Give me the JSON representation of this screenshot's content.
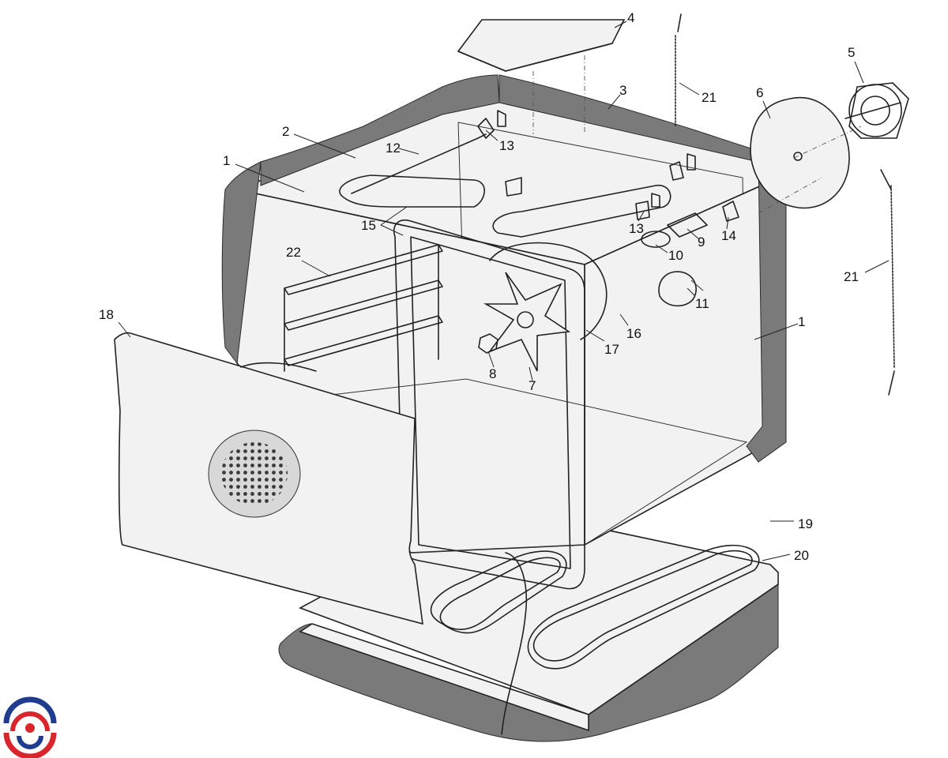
{
  "diagram": {
    "callouts": [
      {
        "id": "c1a",
        "label": "1"
      },
      {
        "id": "c1b",
        "label": "1"
      },
      {
        "id": "c2",
        "label": "2"
      },
      {
        "id": "c3",
        "label": "3"
      },
      {
        "id": "c4",
        "label": "4"
      },
      {
        "id": "c5",
        "label": "5"
      },
      {
        "id": "c6",
        "label": "6"
      },
      {
        "id": "c7",
        "label": "7"
      },
      {
        "id": "c8",
        "label": "8"
      },
      {
        "id": "c9",
        "label": "9"
      },
      {
        "id": "c10",
        "label": "10"
      },
      {
        "id": "c11",
        "label": "11"
      },
      {
        "id": "c12",
        "label": "12"
      },
      {
        "id": "c13a",
        "label": "13"
      },
      {
        "id": "c13b",
        "label": "13"
      },
      {
        "id": "c14",
        "label": "14"
      },
      {
        "id": "c15",
        "label": "15"
      },
      {
        "id": "c16",
        "label": "16"
      },
      {
        "id": "c17",
        "label": "17"
      },
      {
        "id": "c18",
        "label": "18"
      },
      {
        "id": "c19",
        "label": "19"
      },
      {
        "id": "c20",
        "label": "20"
      },
      {
        "id": "c21a",
        "label": "21"
      },
      {
        "id": "c21b",
        "label": "21"
      },
      {
        "id": "c22",
        "label": "22"
      }
    ]
  },
  "logo": {
    "icon": "spiral-logo-icon",
    "colors": {
      "red": "#d8262c",
      "blue": "#1f3c8f"
    }
  }
}
